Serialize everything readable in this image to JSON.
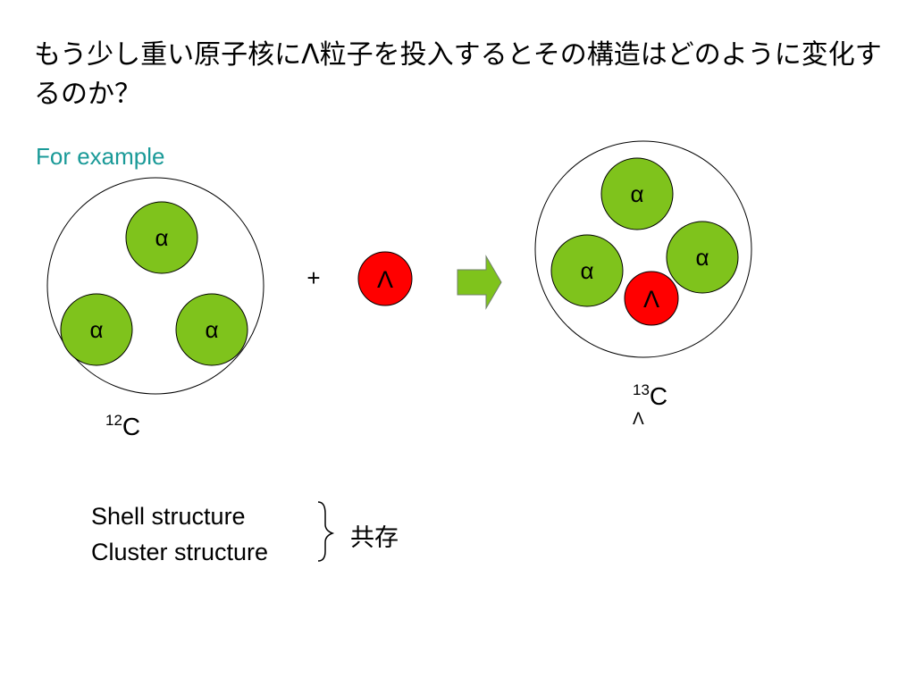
{
  "slide": {
    "title": "もう少し重い原子核にΛ粒子を投入するとその構造はどのように変化するのか？",
    "subtitle": "For example"
  },
  "diagram": {
    "plus_sign": "+",
    "left_nucleus": {
      "particles": [
        {
          "label": "α",
          "kind": "alpha"
        },
        {
          "label": "α",
          "kind": "alpha"
        },
        {
          "label": "α",
          "kind": "alpha"
        }
      ],
      "isotope": {
        "mass_number": "12",
        "symbol": "C"
      }
    },
    "free_particle": {
      "label": "Λ",
      "kind": "lambda"
    },
    "right_nucleus": {
      "particles": [
        {
          "label": "α",
          "kind": "alpha"
        },
        {
          "label": "α",
          "kind": "alpha"
        },
        {
          "label": "α",
          "kind": "alpha"
        },
        {
          "label": "Λ",
          "kind": "lambda"
        }
      ],
      "isotope": {
        "mass_number": "13",
        "symbol": "C",
        "subscript": "Λ"
      }
    },
    "colors": {
      "alpha_fill": "#7fc31c",
      "lambda_fill": "#ff0000",
      "arrow_fill": "#7fc31c",
      "nucleus_stroke": "#000000"
    }
  },
  "legend": {
    "items": [
      "Shell structure",
      "Cluster structure"
    ],
    "bracket_label": "共存"
  }
}
